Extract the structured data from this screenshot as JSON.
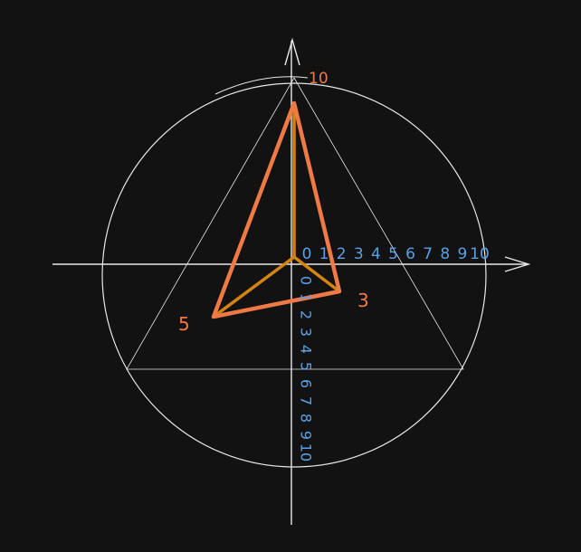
{
  "colors": {
    "background": "#121212",
    "sketch": "#e8e8e8",
    "triangle": "#f07a45",
    "spokes": "#d6840f",
    "scale": "#5aa0e6"
  },
  "values": {
    "top": "10",
    "right": "3",
    "left": "5"
  },
  "scale": {
    "max": 10,
    "horizontal_ticks": [
      "0",
      "1",
      "2",
      "3",
      "4",
      "5",
      "6",
      "7",
      "8",
      "9",
      "10"
    ],
    "vertical_ticks": [
      "0",
      "1",
      "2",
      "3",
      "4",
      "5",
      "6",
      "7",
      "8",
      "9",
      "10"
    ]
  }
}
